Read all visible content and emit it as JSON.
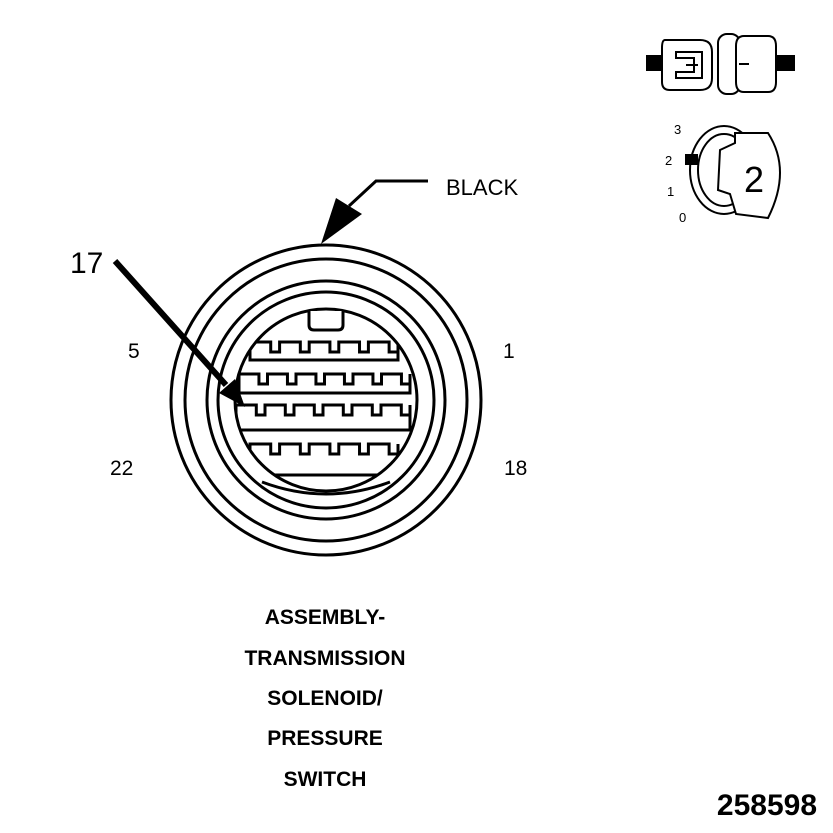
{
  "wire_color_label": "BLACK",
  "pointer_pin_label": "17",
  "pin_labels": {
    "top_left": "5",
    "top_right": "1",
    "bottom_left": "22",
    "bottom_right": "18"
  },
  "caption_lines": [
    "ASSEMBLY-",
    "TRANSMISSION",
    "SOLENOID/",
    "PRESSURE",
    "SWITCH"
  ],
  "figure_number": "258598",
  "position_key": {
    "scale_labels": [
      "3",
      "2",
      "1",
      "0"
    ],
    "selected_value": "2"
  },
  "colors": {
    "ink": "#000000",
    "paper": "#ffffff"
  }
}
